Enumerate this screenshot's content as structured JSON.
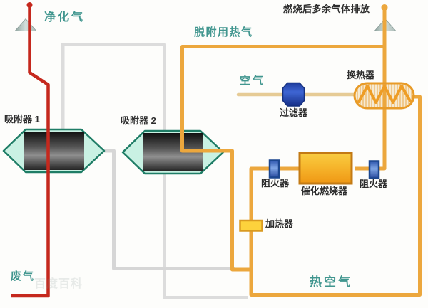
{
  "streams": {
    "purified_gas": {
      "label": "净化气"
    },
    "exhaust_top": {
      "label": "燃烧后多余气体排放"
    },
    "desorption_hot_gas": {
      "label": "脱附用热气"
    },
    "air_inlet": {
      "label": "空气"
    },
    "waste_gas": {
      "label": "废气"
    },
    "hot_air": {
      "label": "热空气"
    }
  },
  "equipment": {
    "adsorber1": {
      "label": "吸附器 1"
    },
    "adsorber2": {
      "label": "吸附器 2"
    },
    "filter": {
      "label": "过滤器"
    },
    "heat_exchanger": {
      "label": "换热器"
    },
    "flame_arrester_left": {
      "label": "阻火器"
    },
    "flame_arrester_right": {
      "label": "阻火器"
    },
    "catalytic_combustor": {
      "label": "催化燃烧器"
    },
    "heater": {
      "label": "加热器"
    }
  },
  "watermark": {
    "label": "百度百科"
  },
  "colors": {
    "waste_gas_line": "#c5281d",
    "hot_gas_line": "#eca73d",
    "air_line": "#e6cb95",
    "process_gray_line": "#d9d9d9",
    "stream_label": "#41968f",
    "equipment_label": "#2d2d2d",
    "adsorber_shell": "#c9f1e3",
    "adsorber_border": "#1f7d66",
    "filter_blue": "#3f66d4",
    "combustor_orange": "#f6b62c"
  }
}
